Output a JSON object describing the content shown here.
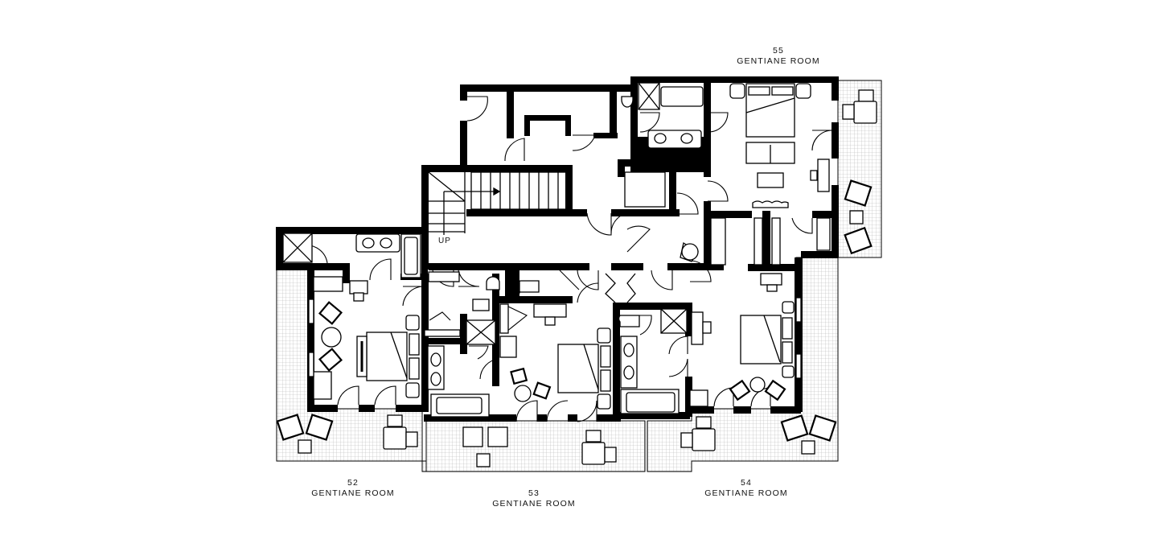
{
  "rooms": [
    {
      "number": "55",
      "name": "GENTIANE ROOM"
    },
    {
      "number": "52",
      "name": "GENTIANE ROOM"
    },
    {
      "number": "53",
      "name": "GENTIANE ROOM"
    },
    {
      "number": "54",
      "name": "GENTIANE ROOM"
    }
  ],
  "stairs_label": "UP",
  "colors": {
    "wall": "#000000",
    "background": "#ffffff",
    "terrace_grid": "#b5b5b5"
  }
}
